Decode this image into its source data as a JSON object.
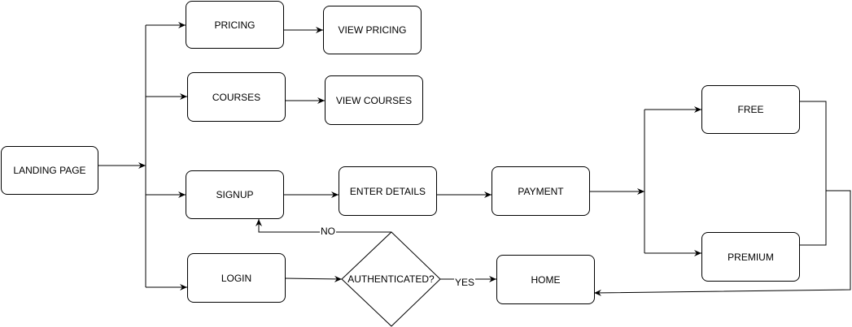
{
  "nodes": {
    "landing": "LANDING PAGE",
    "pricing": "PRICING",
    "view_pricing": "VIEW PRICING",
    "courses": "COURSES",
    "view_courses": "VIEW COURSES",
    "signup": "SIGNUP",
    "enter_details": "ENTER DETAILS",
    "payment": "PAYMENT",
    "free": "FREE",
    "premium": "PREMIUM",
    "login": "LOGIN",
    "authenticated": "AUTHENTICATED?",
    "home": "HOME"
  },
  "edges": {
    "no_label": "NO",
    "yes_label": "YES"
  },
  "colors": {
    "stroke": "#000000",
    "fill": "#ffffff"
  }
}
